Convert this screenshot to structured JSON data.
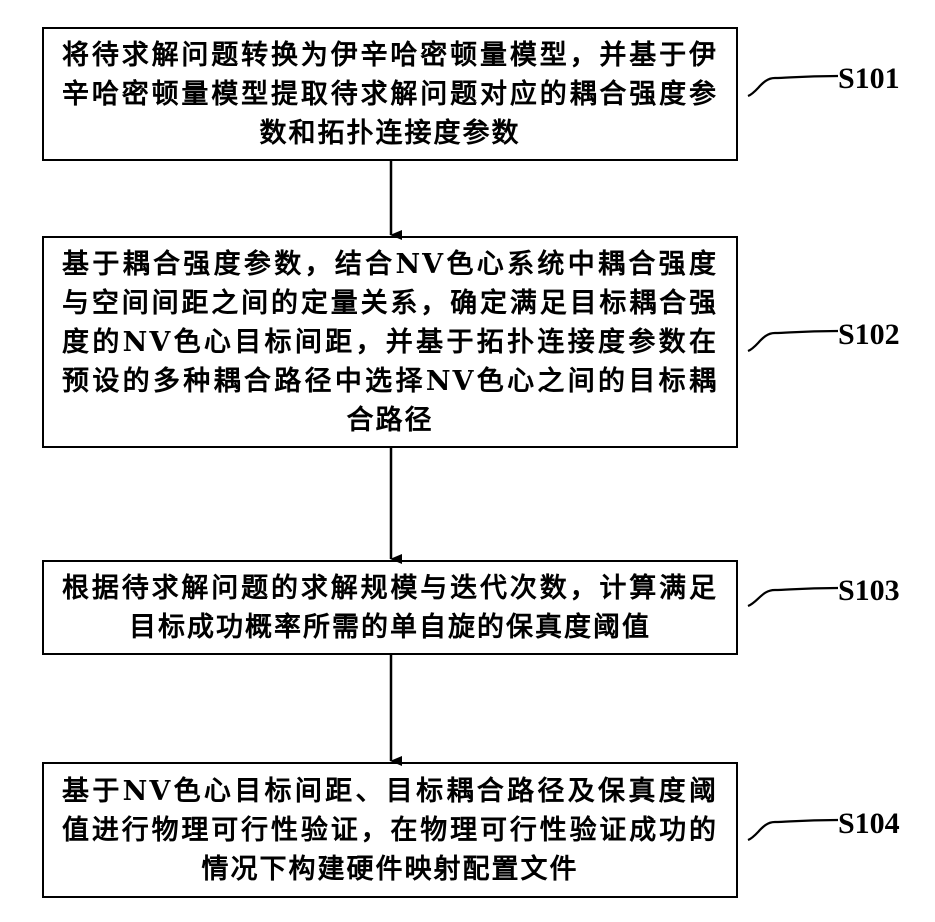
{
  "steps": [
    {
      "id": "S101",
      "text": "将待求解问题转换为伊辛哈密顿量模型，并基于伊辛哈密顿量模型提取待求解问题对应的耦合强度参数和拓扑连接度参数"
    },
    {
      "id": "S102",
      "text": "基于耦合强度参数，结合NV色心系统中耦合强度与空间间距之间的定量关系，确定满足目标耦合强度的NV色心目标间距，并基于拓扑连接度参数在预设的多种耦合路径中选择NV色心之间的目标耦合路径"
    },
    {
      "id": "S103",
      "text": "根据待求解问题的求解规模与迭代次数，计算满足目标成功概率所需的单自旋的保真度阈值"
    },
    {
      "id": "S104",
      "text": "基于NV色心目标间距、目标耦合路径及保真度阈值进行物理可行性验证，在物理可行性验证成功的情况下构建硬件映射配置文件"
    }
  ]
}
